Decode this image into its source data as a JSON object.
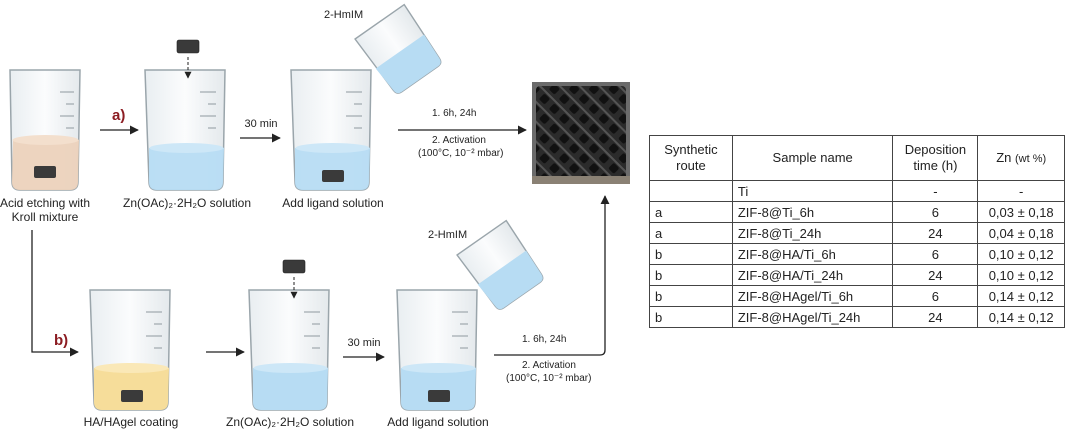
{
  "route_labels": {
    "a": "a)",
    "b": "b)"
  },
  "top_row": {
    "step1_label_line1": "Acid etching with",
    "step1_label_line2": "Kroll mixture",
    "step2_label": "Zn(OAc)₂·2H₂O solution",
    "step3_label": "Add ligand solution",
    "time_label": "30 min",
    "ligand_label": "2-HmIM",
    "final_line1": "1.  6h, 24h",
    "final_line2": "2. Activation",
    "final_line3": "(100°C, 10⁻² mbar)"
  },
  "bottom_row": {
    "step1_label": "HA/HAgel coating",
    "step2_label": "Zn(OAc)₂·2H₂O solution",
    "step3_label": "Add ligand solution",
    "time_label": "30 min",
    "ligand_label": "2-HmIM",
    "final_line1": "1.  6h, 24h",
    "final_line2": "2. Activation",
    "final_line3": "(100°C, 10⁻² mbar)"
  },
  "colors": {
    "etch_liquid": "#ecd2bc",
    "zinc_liquid": "#b7dcf3",
    "coating_liquid": "#f6dd9a",
    "route_label": "#8c1c22",
    "sample": "#3a3a3a",
    "scaffold": "#2b2b2b"
  },
  "table": {
    "headers": {
      "route_line1": "Synthetic",
      "route_line2": "route",
      "name": "Sample name",
      "time_line1": "Deposition",
      "time_line2": "time (h)",
      "zn": "Zn",
      "zn_unit": "(wt %)"
    },
    "rows": [
      {
        "route": "",
        "name": "Ti",
        "time": "-",
        "zn": "-"
      },
      {
        "route": "a",
        "name": "ZIF-8@Ti_6h",
        "time": "6",
        "zn": "0,03 ± 0,18"
      },
      {
        "route": "a",
        "name": "ZIF-8@Ti_24h",
        "time": "24",
        "zn": "0,04 ± 0,18"
      },
      {
        "route": "b",
        "name": "ZIF-8@HA/Ti_6h",
        "time": "6",
        "zn": "0,10 ± 0,12"
      },
      {
        "route": "b",
        "name": "ZIF-8@HA/Ti_24h",
        "time": "24",
        "zn": "0,10 ± 0,12"
      },
      {
        "route": "b",
        "name": "ZIF-8@HAgel/Ti_6h",
        "time": "6",
        "zn": "0,14 ± 0,12"
      },
      {
        "route": "b",
        "name": "ZIF-8@HAgel/Ti_24h",
        "time": "24",
        "zn": "0,14 ± 0,12"
      }
    ]
  }
}
